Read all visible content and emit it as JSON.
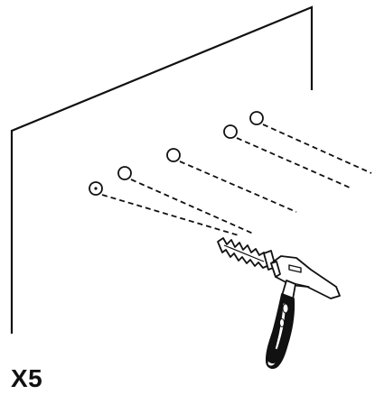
{
  "instruction": {
    "quantity_label": "X5",
    "drill_holes": 5,
    "wall_plugs_shown": 1,
    "tool_icon": "hammer-icon",
    "part_icon": "wall-plug-icon"
  },
  "colors": {
    "line": "#111111",
    "background": "#ffffff"
  }
}
